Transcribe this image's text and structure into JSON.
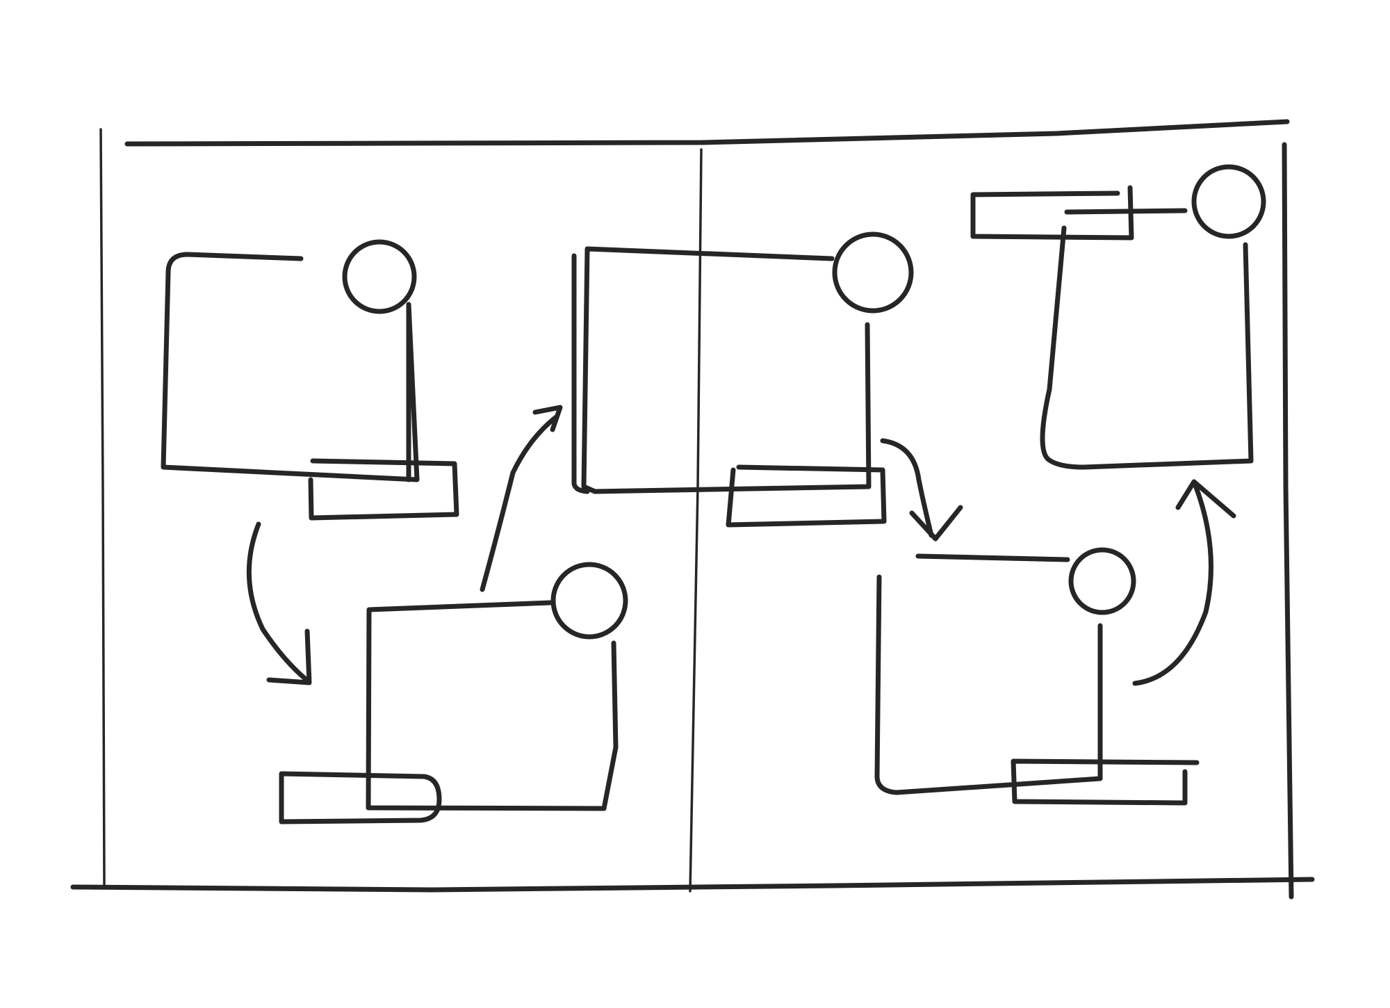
{
  "diagram": {
    "kind": "hand-drawn storyboard sketch",
    "panels": [
      "left",
      "right"
    ],
    "frames": [
      {
        "id": "frame-1",
        "panel": "left",
        "shape": "box",
        "handle": "circle-knob",
        "base": "bar-right"
      },
      {
        "id": "frame-2",
        "panel": "left",
        "shape": "box",
        "handle": "circle-knob",
        "base": "bar-left"
      },
      {
        "id": "frame-3",
        "panel": "center",
        "shape": "box",
        "handle": "circle-knob",
        "base": "bar-right"
      },
      {
        "id": "frame-4",
        "panel": "right",
        "shape": "box",
        "handle": "circle-knob",
        "base": "bar-right"
      },
      {
        "id": "frame-5",
        "panel": "right",
        "shape": "box",
        "handle": "circle-knob",
        "base": "bar-top-left"
      }
    ],
    "flow": [
      {
        "from": "frame-1",
        "to": "frame-2"
      },
      {
        "from": "frame-2",
        "to": "frame-3"
      },
      {
        "from": "frame-3",
        "to": "frame-4"
      },
      {
        "from": "frame-4",
        "to": "frame-5"
      }
    ]
  },
  "colors": {
    "ink": "#262626",
    "paper": "#ffffff"
  }
}
